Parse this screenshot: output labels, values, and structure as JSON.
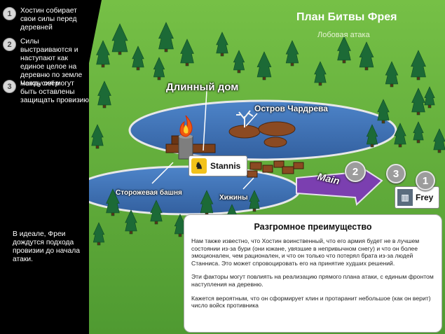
{
  "sidebar": {
    "steps": [
      {
        "number": "1",
        "text": "Хостин собирает свои силы перед деревней"
      },
      {
        "number": "2",
        "text": "Силы выстраиваются и наступают как единое целое на деревню по земле между озёр"
      },
      {
        "number": "3",
        "text": "Часть сил могут быть оставлены защищать провизию"
      }
    ],
    "ideal_text": "В идеале, Фреи дождутся подхода провизии до начала атаки."
  },
  "map": {
    "title": "План Битвы Фрея",
    "subtitle": "Лобовая атака",
    "labels": {
      "longhouse": "Длинный дом",
      "island": "Остров Чардрева",
      "tower": "Сторожевая башня",
      "huts": "Хижины"
    },
    "arrow_label": "Main",
    "stannis_label": "Stannis",
    "frey_label": "Frey",
    "badges": [
      "2",
      "3",
      "1"
    ]
  },
  "panel": {
    "title": "Разгромное преимущество",
    "paragraphs": [
      "Нам также известно, что Хостин воинственный, что его армия будет не в лучшем состоянии из-за бури (они южане, увязшие в непривычном снегу) и что он более эмоционален, чем рационален, и что он только что потерял брата из-за людей Станниса. Это может спровоцировать его на принятие худших решений.",
      "Эти факторы могут повлиять на реализацию прямого плана атаки, с единым фронтом наступления на деревню.",
      "Кажется вероятным, что он сформирует клин и протаранит небольшое (как он верит) число войск противника"
    ]
  },
  "colors": {
    "grass": "#5fa83a",
    "lake": "#3f6fb5",
    "tree": "#1c6a36",
    "arrow": "#7b3fb0"
  }
}
